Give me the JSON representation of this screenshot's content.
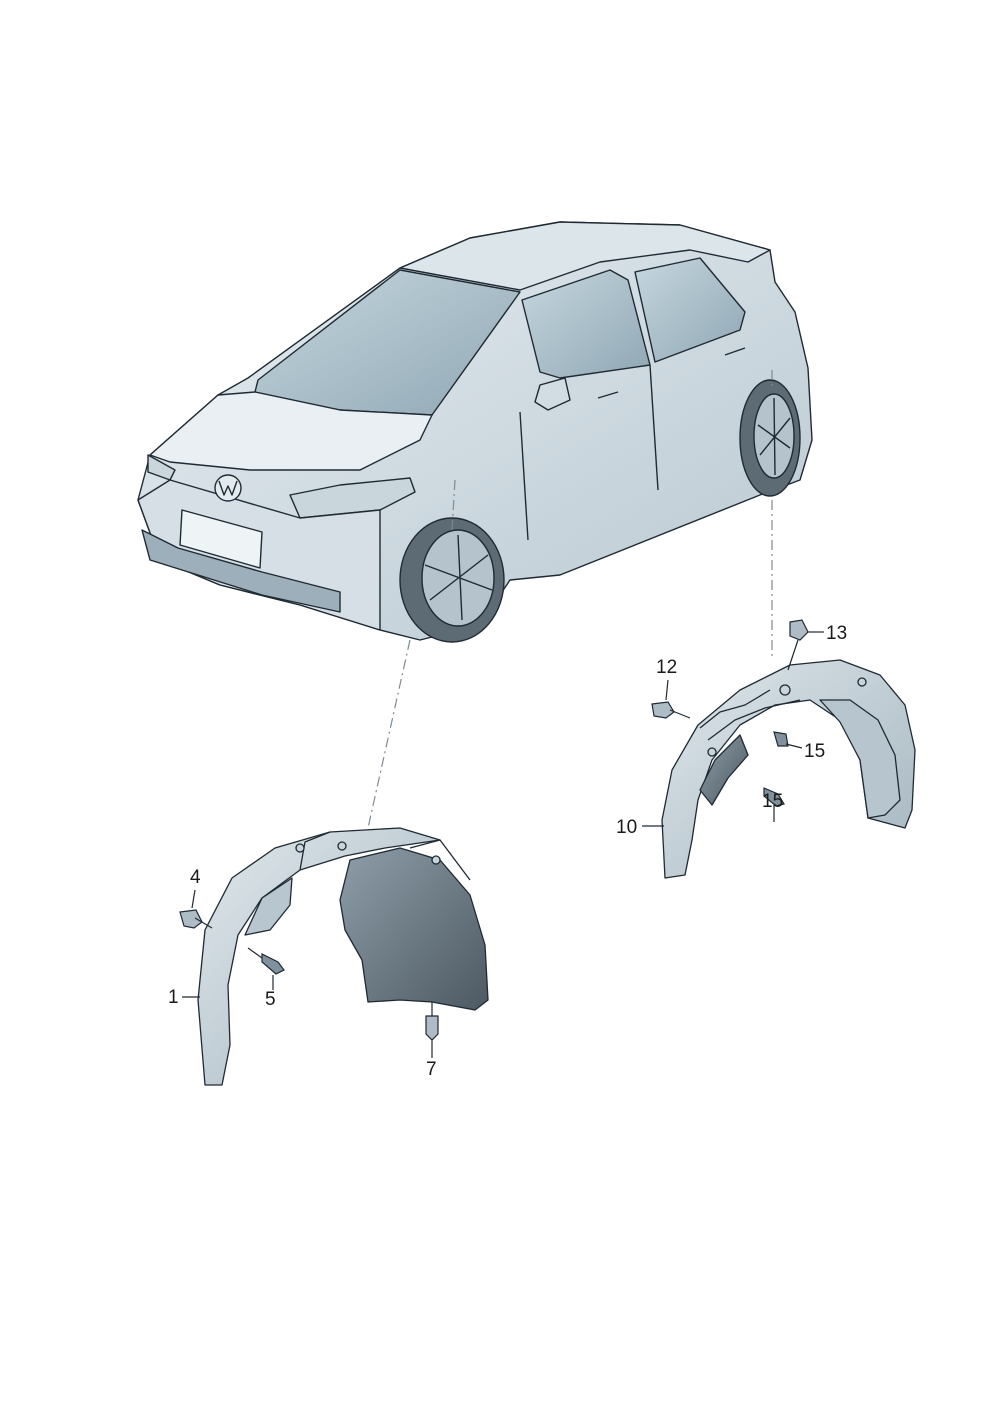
{
  "callouts": {
    "c1": "1",
    "c4": "4",
    "c5": "5",
    "c7": "7",
    "c10": "10",
    "c12": "12",
    "c13": "13",
    "c15a": "15",
    "c15b": "15"
  },
  "colors": {
    "part_fill": "#d3dde3",
    "part_shade": "#a9bac4",
    "part_dark": "#7a8f9b",
    "liner_dark": "#55606b",
    "outline": "#1f2a33",
    "leader": "#7e8a93",
    "glass": "#b7ccd6"
  }
}
